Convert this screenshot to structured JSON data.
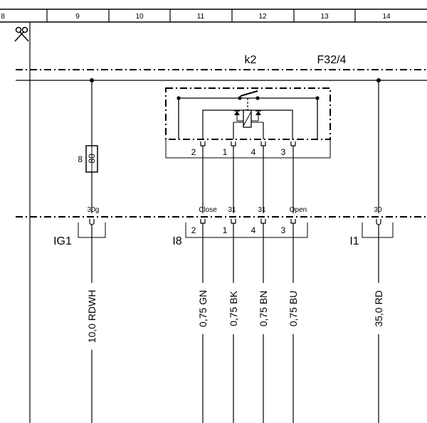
{
  "header": {
    "columns": [
      "8",
      "9",
      "10",
      "11",
      "12",
      "13",
      "14"
    ]
  },
  "relay": {
    "name": "k2",
    "fuse_ref": "F32/4",
    "pins": [
      "2",
      "1",
      "4",
      "3"
    ]
  },
  "fuse": {
    "number": "8",
    "rating": "80"
  },
  "connectors": {
    "left": {
      "name": "IG1",
      "signal": "30g"
    },
    "mid": {
      "name": "I8",
      "signals": [
        "Close",
        "31",
        "31",
        "Open"
      ],
      "pins": [
        "2",
        "1",
        "4",
        "3"
      ]
    },
    "right": {
      "name": "I1",
      "signal": "30"
    }
  },
  "wires": [
    {
      "label": "10,0 RDWH"
    },
    {
      "label": "0,75 GN"
    },
    {
      "label": "0,75 BK"
    },
    {
      "label": "0,75 BN"
    },
    {
      "label": "0,75 BU"
    },
    {
      "label": "35,0 RD"
    }
  ]
}
